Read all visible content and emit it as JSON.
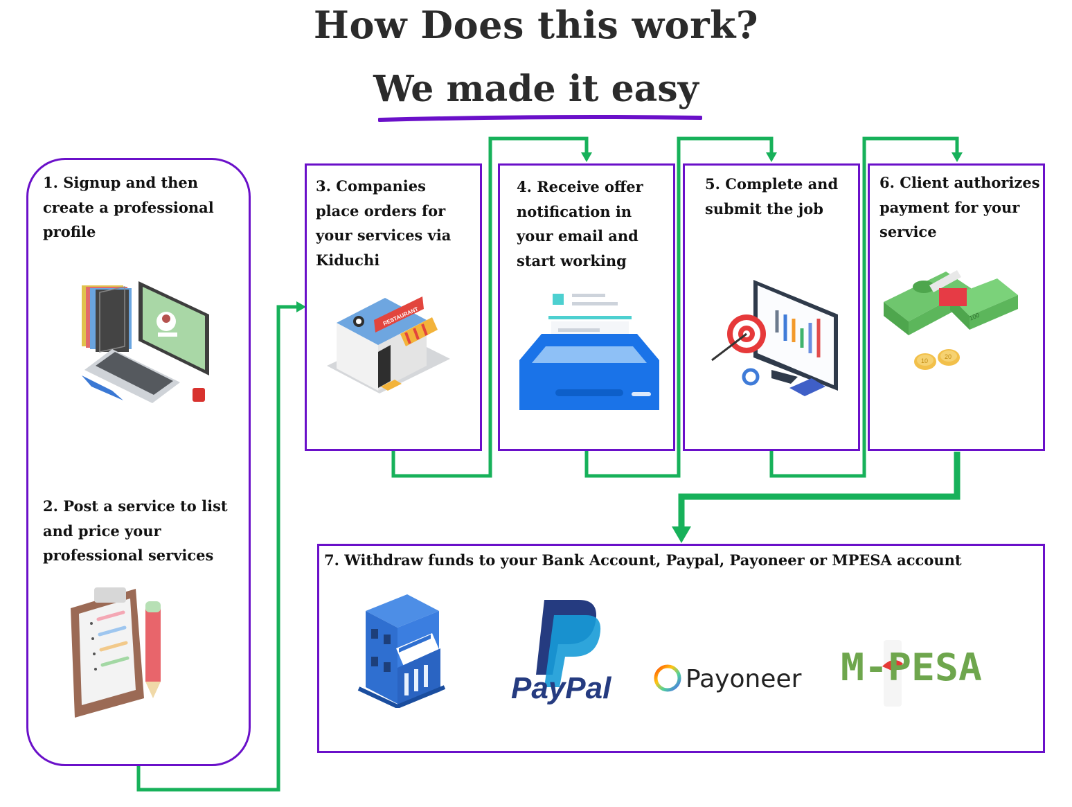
{
  "heading": {
    "title": "How Does this work?",
    "subtitle": "We made it easy"
  },
  "steps": [
    {
      "id": 1,
      "text": "1. Signup and then create a professional profile",
      "icon": "laptop-profile-icon"
    },
    {
      "id": 2,
      "text": "2. Post a service to list and price your professional services",
      "icon": "clipboard-checklist-icon"
    },
    {
      "id": 3,
      "text": "3. Companies place orders for your services via Kiduchi",
      "icon": "restaurant-store-icon"
    },
    {
      "id": 4,
      "text": "4. Receive offer notification in your email and start working",
      "icon": "inbox-tray-icon"
    },
    {
      "id": 5,
      "text": "5. Complete and submit the job",
      "icon": "target-analytics-icon"
    },
    {
      "id": 6,
      "text": "6. Client authorizes payment for your service",
      "icon": "money-stack-icon"
    },
    {
      "id": 7,
      "text": "7. Withdraw funds to your Bank Account, Paypal, Payoneer or MPESA account",
      "icon": "payment-methods"
    }
  ],
  "payment_logos": {
    "bank_sign": "BANK",
    "paypal": "PayPal",
    "payoneer": "Payoneer",
    "mpesa": "M-PESA"
  },
  "icon_labels": {
    "restaurant_sign": "RESTAURANT",
    "bill": "100",
    "coin_a": "10",
    "coin_b": "20"
  },
  "colors": {
    "box_border": "#6a10c9",
    "connector": "#17b15a",
    "title_text": "#2b2b2b"
  }
}
